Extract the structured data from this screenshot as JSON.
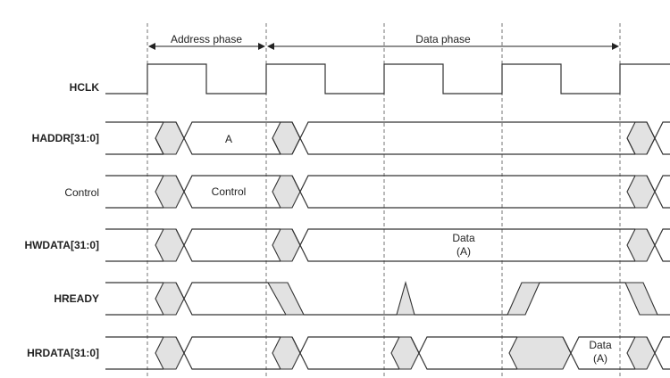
{
  "phases": {
    "address": "Address phase",
    "data": "Data phase"
  },
  "signals": [
    {
      "id": "hclk",
      "label": "HCLK",
      "bold": true
    },
    {
      "id": "haddr",
      "label": "HADDR[31:0]",
      "bold": true,
      "value": "A"
    },
    {
      "id": "control",
      "label": "Control",
      "bold": false,
      "value": "Control"
    },
    {
      "id": "hwdata",
      "label": "HWDATA[31:0]",
      "bold": true,
      "value_line1": "Data",
      "value_line2": "(A)"
    },
    {
      "id": "hready",
      "label": "HREADY",
      "bold": true
    },
    {
      "id": "hrdata",
      "label": "HRDATA[31:0]",
      "bold": true,
      "value_line1": "Data",
      "value_line2": "(A)"
    }
  ],
  "colors": {
    "stroke": "#333333",
    "fill": "#e2e2e2",
    "guide": "#666666"
  }
}
